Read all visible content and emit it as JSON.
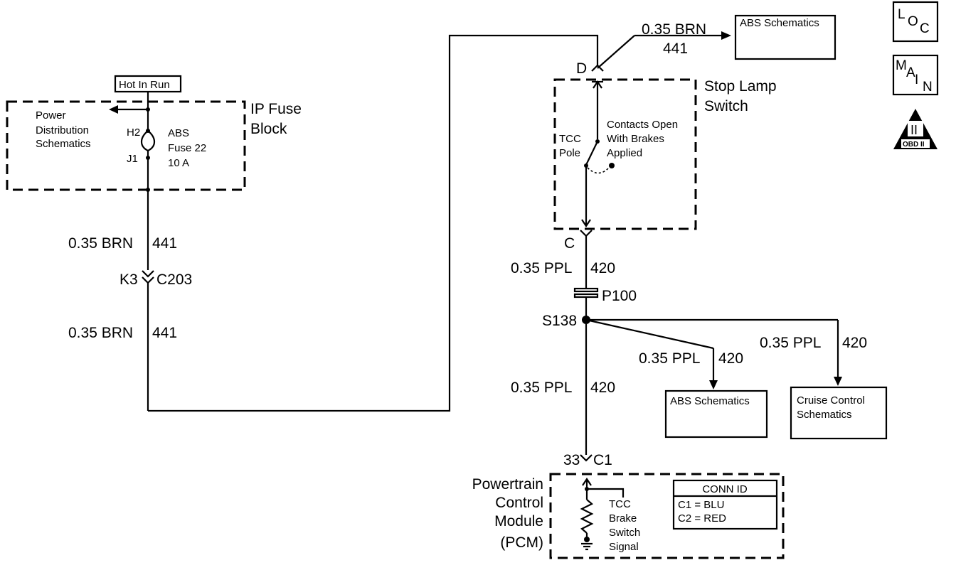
{
  "side_icons": {
    "loc": {
      "l1": "L",
      "l2": "O",
      "l3": "C"
    },
    "main": {
      "l1": "M",
      "l2": "A",
      "l3": "I",
      "l4": "N"
    },
    "obd": {
      "roman": "II",
      "label": "OBD II"
    }
  },
  "fuse_block": {
    "hot_label": "Hot In Run",
    "title_l1": "IP Fuse",
    "title_l2": "Block",
    "pd_l1": "Power",
    "pd_l2": "Distribution",
    "pd_l3": "Schematics",
    "pin_top": "H2",
    "pin_bottom": "J1",
    "fuse_l1": "ABS",
    "fuse_l2": "Fuse  22",
    "fuse_l3": "10 A"
  },
  "left_wire": {
    "gauge_top": "0.35 BRN",
    "circuit_top": "441",
    "conn_pin": "K3",
    "conn_name": "C203",
    "gauge_bottom": "0.35 BRN",
    "circuit_bottom": "441"
  },
  "top_branch": {
    "gauge": "0.35 BRN",
    "circuit": "441",
    "dest": "ABS Schematics"
  },
  "stop_lamp": {
    "terminal_top": "D",
    "terminal_bottom": "C",
    "title_l1": "Stop Lamp",
    "title_l2": "Switch",
    "pole_l1": "TCC",
    "pole_l2": "Pole",
    "contacts_l1": "Contacts Open",
    "contacts_l2": "With Brakes",
    "contacts_l3": "Applied"
  },
  "center_wire": {
    "gauge_1": "0.35 PPL",
    "circuit_1": "420",
    "inline_conn": "P100",
    "splice": "S138",
    "gauge_2": "0.35 PPL",
    "circuit_2": "420",
    "pcm_pin": "33",
    "pcm_conn": "C1"
  },
  "abs_branch": {
    "gauge": "0.35 PPL",
    "circuit": "420",
    "dest": "ABS Schematics"
  },
  "cruise_branch": {
    "gauge": "0.35 PPL",
    "circuit": "420",
    "dest_l1": "Cruise Control",
    "dest_l2": "Schematics"
  },
  "pcm": {
    "title_l1": "Powertrain",
    "title_l2": "Control",
    "title_l3": "Module",
    "title_l4": "(PCM)",
    "signal_l1": "TCC",
    "signal_l2": "Brake",
    "signal_l3": "Switch",
    "signal_l4": "Signal",
    "conn_id_title": "CONN ID",
    "conn_c1": "C1  =  BLU",
    "conn_c2": "C2  =  RED"
  }
}
